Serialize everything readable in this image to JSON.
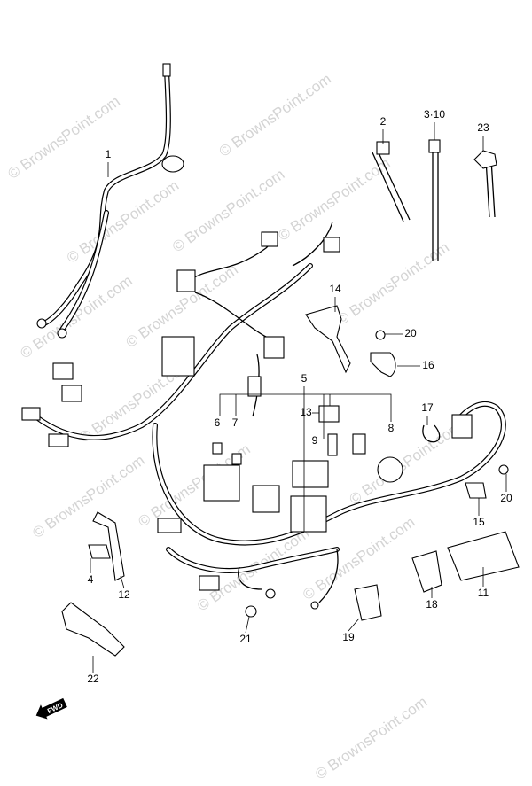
{
  "watermark": "© BrownsPoint.com",
  "callouts": [
    "1",
    "2",
    "3·10",
    "23",
    "14",
    "20",
    "16",
    "5",
    "13",
    "9",
    "8",
    "6",
    "7",
    "17",
    "15",
    "20",
    "4",
    "12",
    "11",
    "18",
    "19",
    "21",
    "22"
  ],
  "direction_marker": "FWD"
}
